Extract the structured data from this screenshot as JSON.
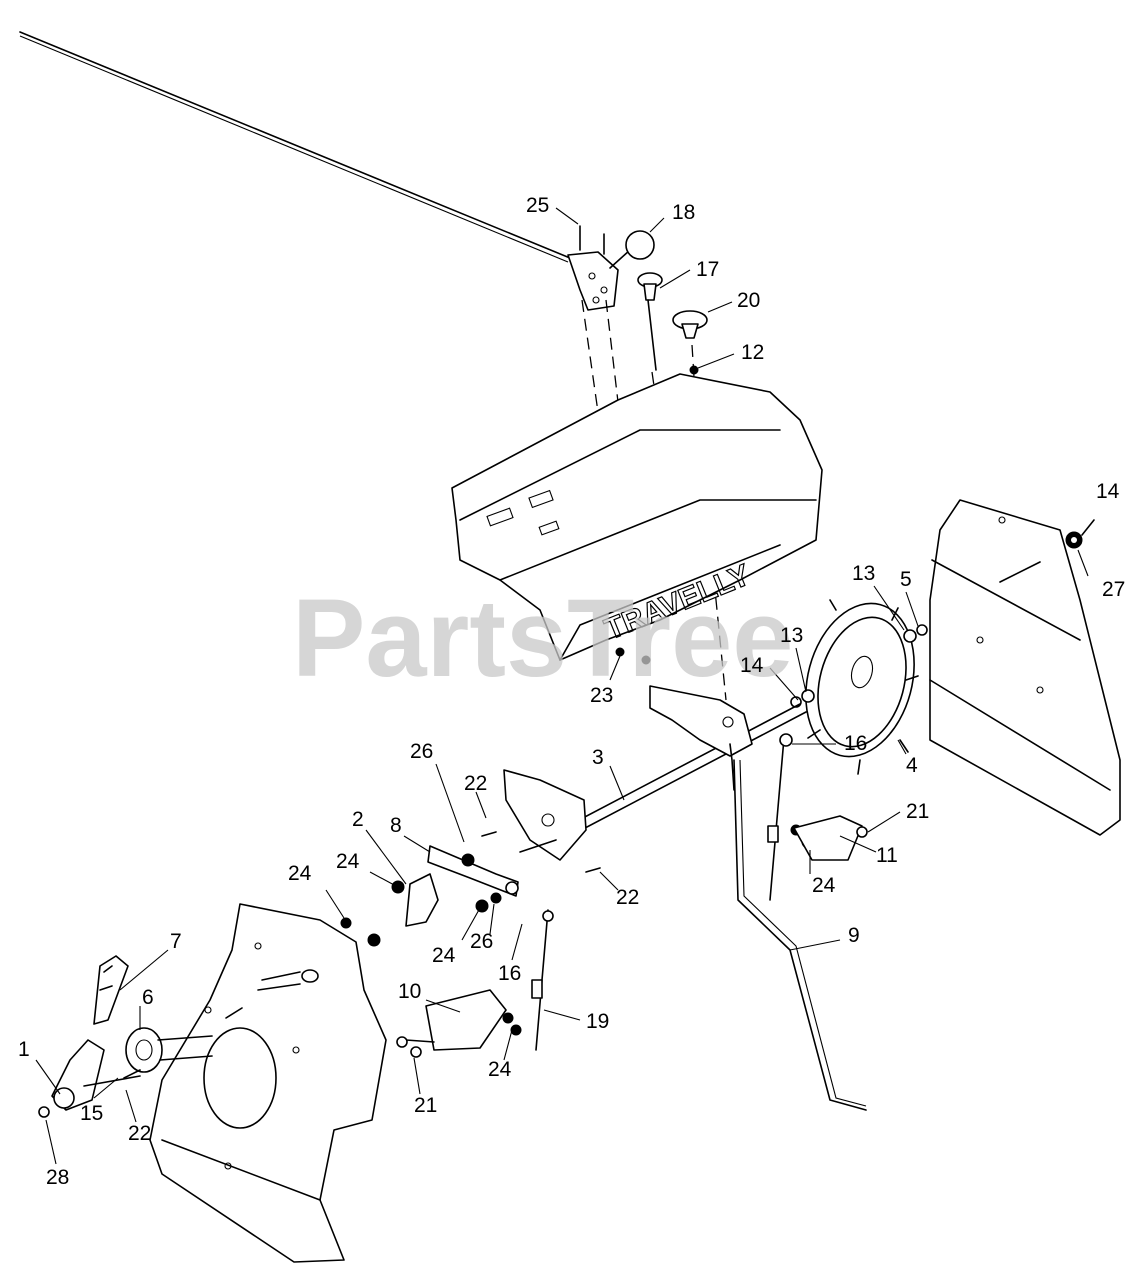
{
  "watermark": "PartsTree",
  "brand_text": "TRAVELLY",
  "labels": [
    "1",
    "2",
    "3",
    "4",
    "5",
    "6",
    "7",
    "8",
    "9",
    "10",
    "11",
    "12",
    "13",
    "14",
    "15",
    "16",
    "17",
    "18",
    "19",
    "20",
    "21",
    "22",
    "23",
    "24",
    "25",
    "26",
    "27",
    "28"
  ],
  "callouts": [
    {
      "text": "25"
    },
    {
      "text": "18"
    },
    {
      "text": "17"
    },
    {
      "text": "20"
    },
    {
      "text": "12"
    },
    {
      "text": "14"
    },
    {
      "text": "27"
    },
    {
      "text": "13"
    },
    {
      "text": "5"
    },
    {
      "text": "13"
    },
    {
      "text": "14"
    },
    {
      "text": "23"
    },
    {
      "text": "16"
    },
    {
      "text": "4"
    },
    {
      "text": "3"
    },
    {
      "text": "26"
    },
    {
      "text": "22"
    },
    {
      "text": "2"
    },
    {
      "text": "8"
    },
    {
      "text": "21"
    },
    {
      "text": "11"
    },
    {
      "text": "24"
    },
    {
      "text": "24"
    },
    {
      "text": "22"
    },
    {
      "text": "24"
    },
    {
      "text": "26"
    },
    {
      "text": "24"
    },
    {
      "text": "7"
    },
    {
      "text": "9"
    },
    {
      "text": "16"
    },
    {
      "text": "6"
    },
    {
      "text": "10"
    },
    {
      "text": "19"
    },
    {
      "text": "1"
    },
    {
      "text": "24"
    },
    {
      "text": "21"
    },
    {
      "text": "15"
    },
    {
      "text": "22"
    },
    {
      "text": "28"
    }
  ]
}
